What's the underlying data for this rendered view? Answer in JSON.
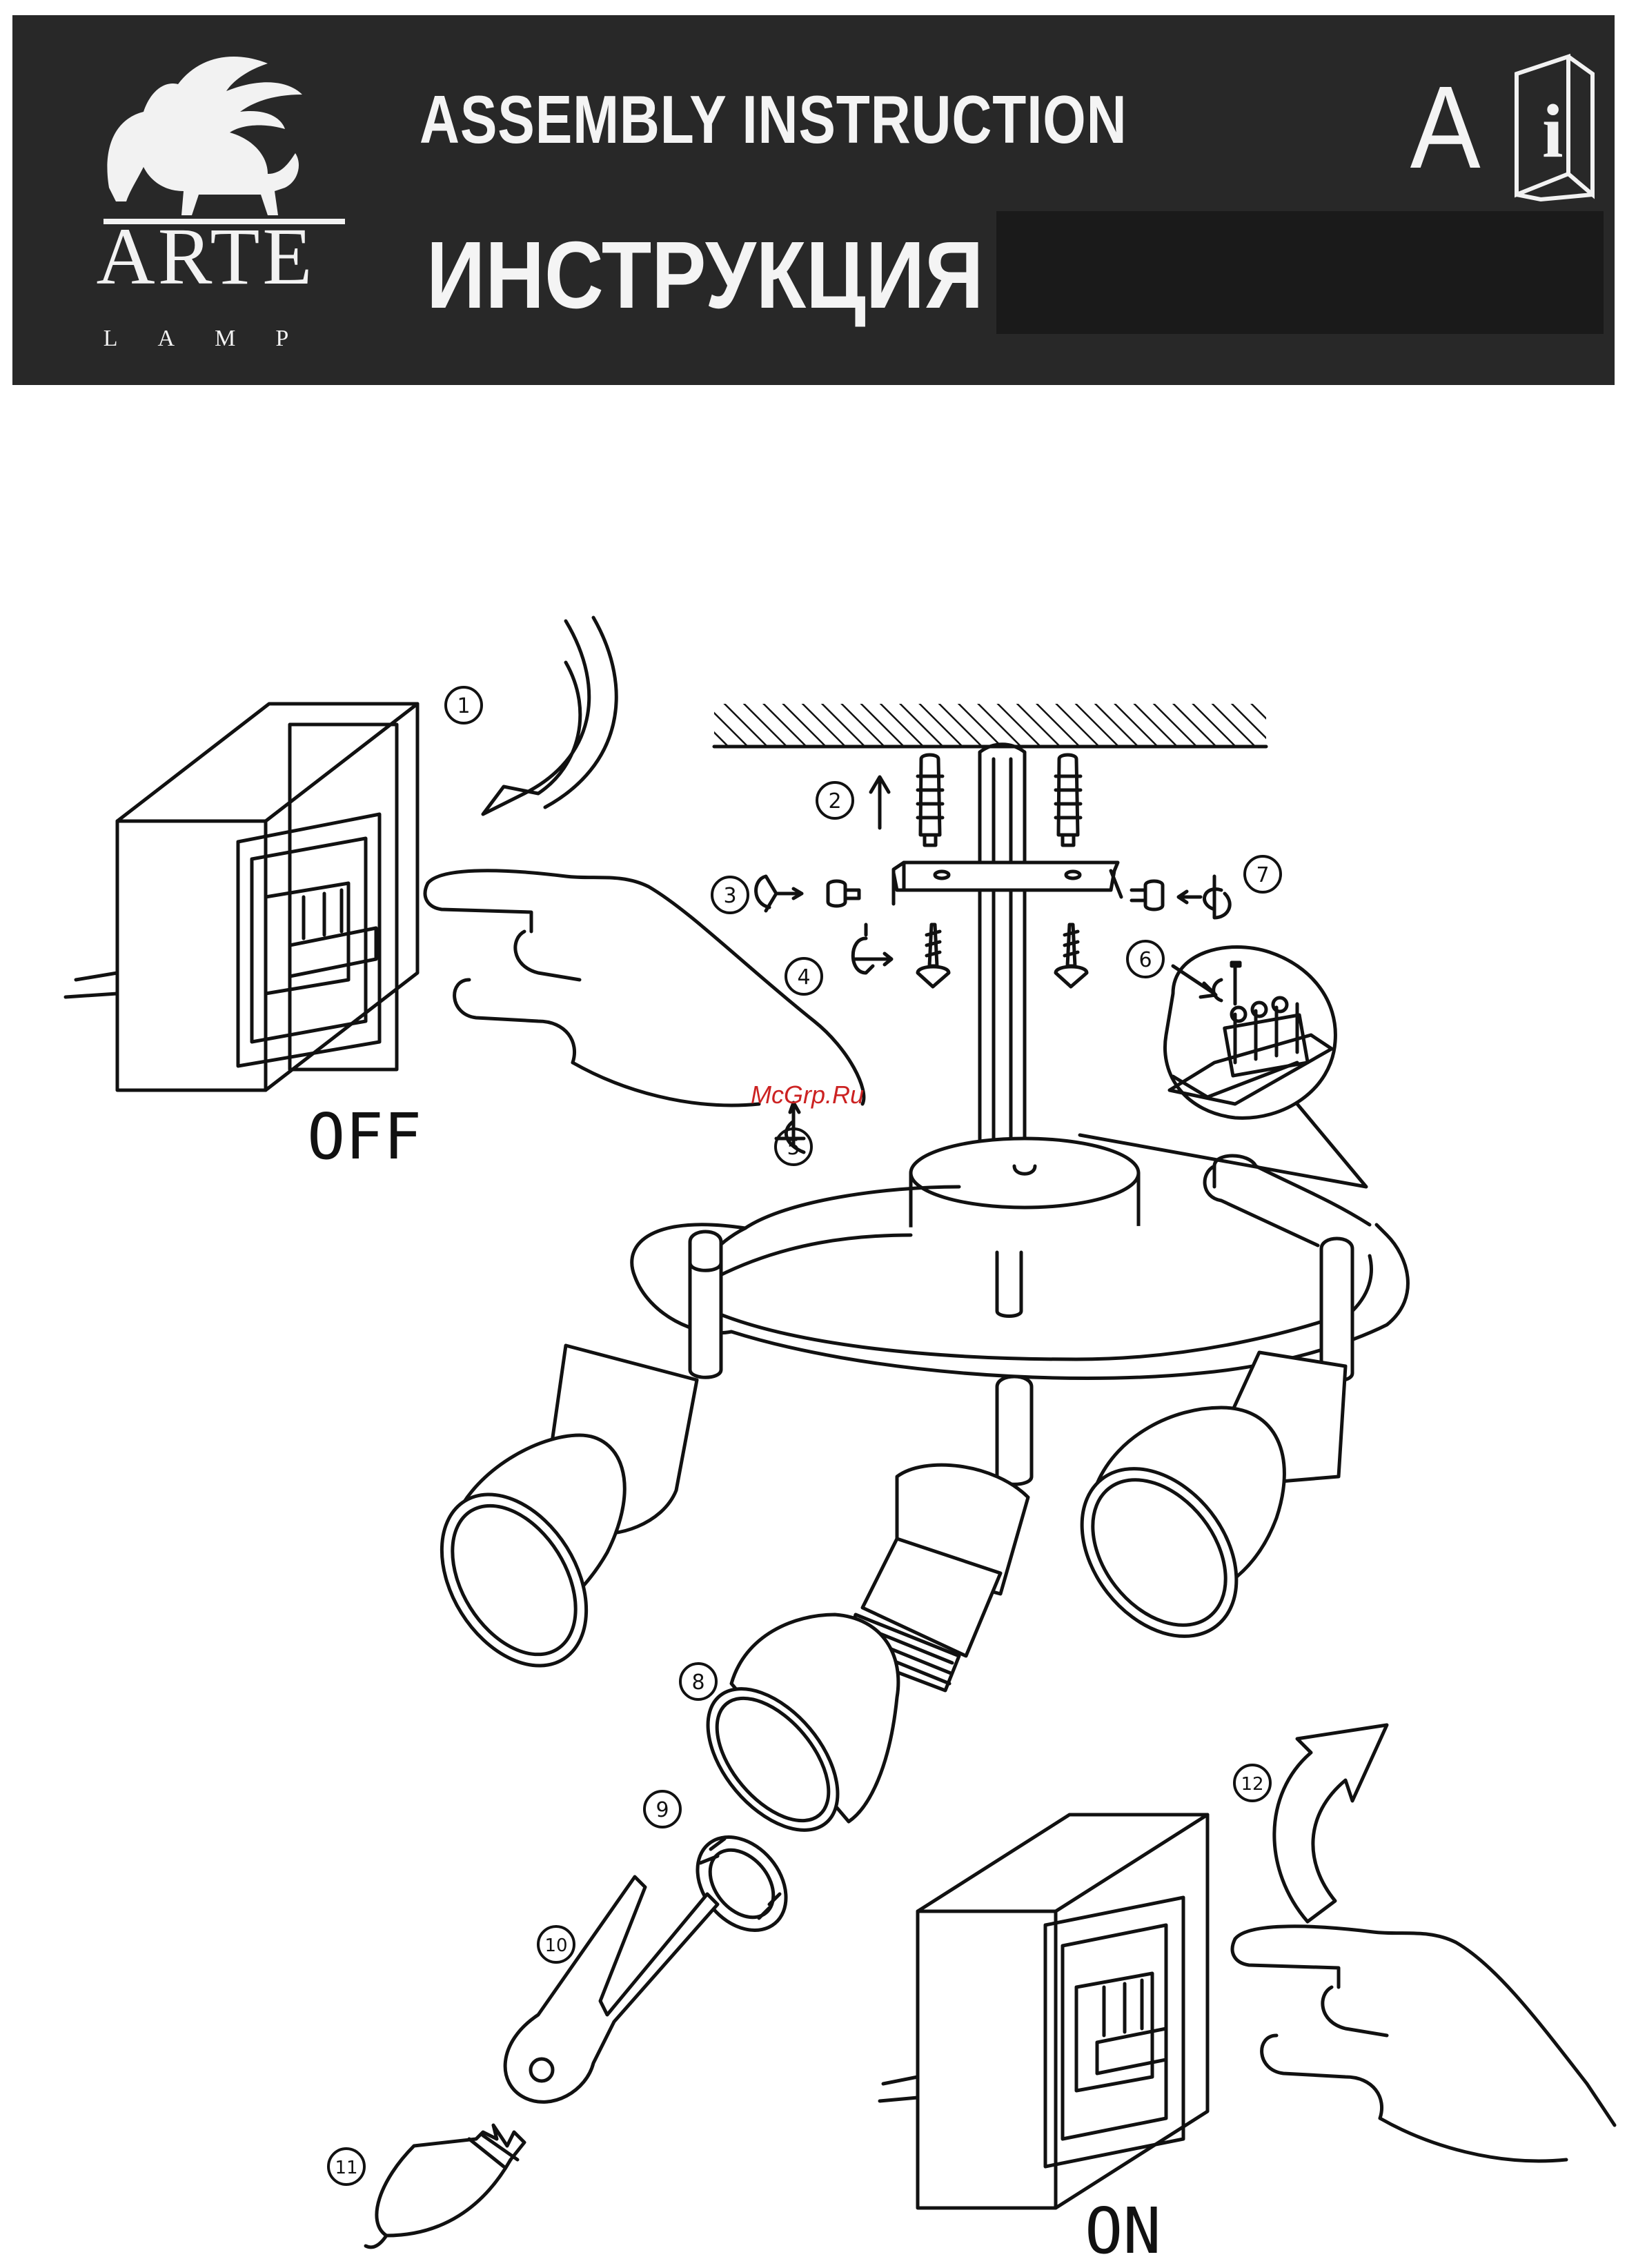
{
  "header": {
    "brand": "ARTE",
    "brand_sub": "LAMP",
    "title_en": "ASSEMBLY INSTRUCTION",
    "title_ru": "ИНСТРУКЦИЯ",
    "code_letter": "A",
    "book_glyph": "i"
  },
  "steps": [
    "1",
    "2",
    "3",
    "4",
    "5",
    "6",
    "7",
    "8",
    "9",
    "10",
    "11",
    "12"
  ],
  "labels": {
    "off": "OFF",
    "on": "ON"
  },
  "watermark": "McGrp.Ru",
  "icons": [
    "griffin-logo-icon",
    "info-book-icon",
    "arrow-icon",
    "hand-icon",
    "wall-switch-icon",
    "screw-icon",
    "wall-plug-icon",
    "bulb-icon",
    "key-tool-icon"
  ],
  "colors": {
    "header_bg": "#282828",
    "header_text": "#f4f4f4",
    "line": "#111111",
    "watermark": "#cc2222"
  }
}
